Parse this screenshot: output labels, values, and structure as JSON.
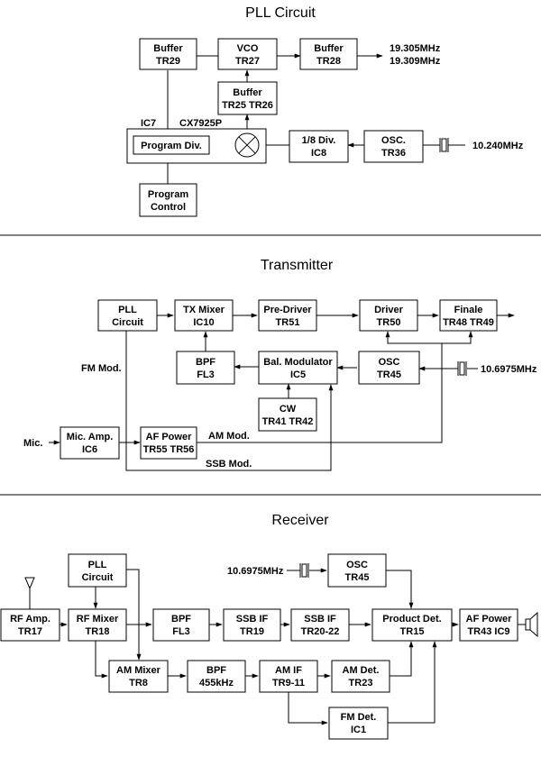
{
  "sections": {
    "pll": {
      "title": "PLL Circuit",
      "blocks": {
        "buffer_tr29": [
          "Buffer",
          "TR29"
        ],
        "vco_tr27": [
          "VCO",
          "TR27"
        ],
        "buffer_tr28": [
          "Buffer",
          "TR28"
        ],
        "buffer_tr25_tr26": [
          "Buffer",
          "TR25 TR26"
        ],
        "program_div": [
          "Program Div."
        ],
        "div8_ic8": [
          "1/8 Div.",
          "IC8"
        ],
        "osc_tr36": [
          "OSC.",
          "TR36"
        ],
        "program_control": [
          "Program",
          "Control"
        ]
      },
      "labels": {
        "ic7": "IC7",
        "cx7925p": "CX7925P",
        "freq_out_1": "19.305MHz",
        "freq_out_2": "19.309MHz",
        "crystal_freq": "10.240MHz"
      }
    },
    "transmitter": {
      "title": "Transmitter",
      "blocks": {
        "pll_circuit": [
          "PLL",
          "Circuit"
        ],
        "tx_mixer": [
          "TX Mixer",
          "IC10"
        ],
        "pre_driver": [
          "Pre-Driver",
          "TR51"
        ],
        "driver": [
          "Driver",
          "TR50"
        ],
        "finale": [
          "Finale",
          "TR48 TR49"
        ],
        "bpf_fl3": [
          "BPF",
          "FL3"
        ],
        "bal_modulator": [
          "Bal. Modulator",
          "IC5"
        ],
        "osc_tr45": [
          "OSC",
          "TR45"
        ],
        "cw": [
          "CW",
          "TR41 TR42"
        ],
        "mic_amp": [
          "Mic. Amp.",
          "IC6"
        ],
        "af_power": [
          "AF Power",
          "TR55 TR56"
        ]
      },
      "labels": {
        "fm_mod": "FM Mod.",
        "am_mod": "AM Mod.",
        "ssb_mod": "SSB Mod.",
        "mic": "Mic.",
        "crystal_freq": "10.6975MHz"
      }
    },
    "receiver": {
      "title": "Receiver",
      "blocks": {
        "pll_circuit": [
          "PLL",
          "Circuit"
        ],
        "osc_tr45": [
          "OSC",
          "TR45"
        ],
        "rf_amp": [
          "RF Amp.",
          "TR17"
        ],
        "rf_mixer": [
          "RF Mixer",
          "TR18"
        ],
        "bpf_fl3": [
          "BPF",
          "FL3"
        ],
        "ssb_if_tr19": [
          "SSB IF",
          "TR19"
        ],
        "ssb_if_tr20_22": [
          "SSB IF",
          "TR20-22"
        ],
        "product_det": [
          "Product Det.",
          "TR15"
        ],
        "af_power": [
          "AF Power",
          "TR43 IC9"
        ],
        "am_mixer": [
          "AM Mixer",
          "TR8"
        ],
        "bpf_455": [
          "BPF",
          "455kHz"
        ],
        "am_if": [
          "AM IF",
          "TR9-11"
        ],
        "am_det": [
          "AM Det.",
          "TR23"
        ],
        "fm_det": [
          "FM Det.",
          "IC1"
        ]
      },
      "labels": {
        "crystal_freq": "10.6975MHz"
      }
    }
  }
}
